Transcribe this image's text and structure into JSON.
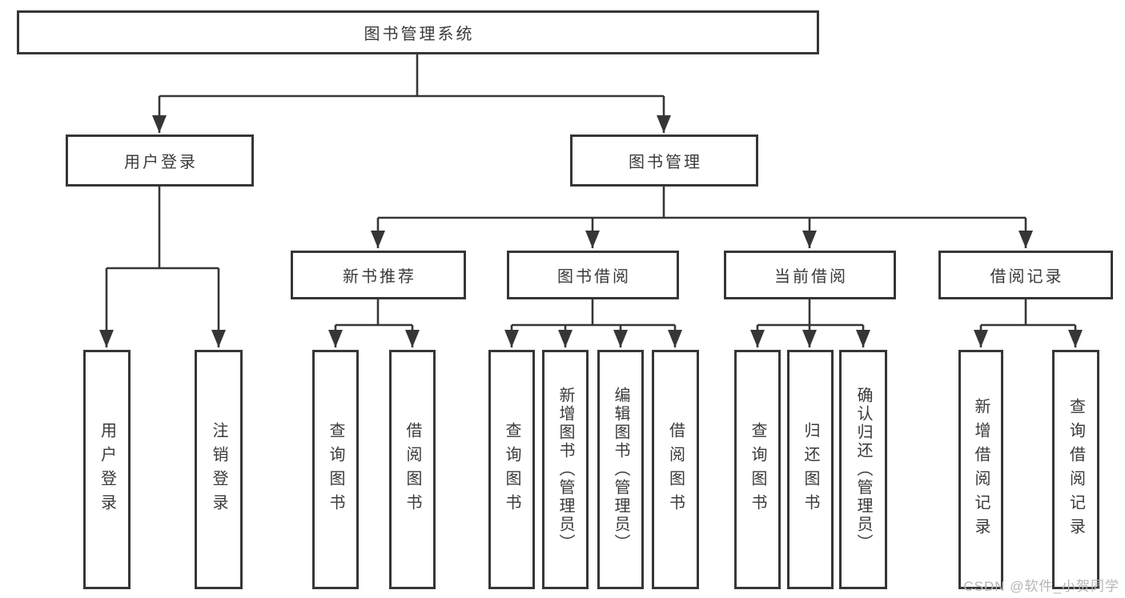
{
  "diagram": {
    "root": {
      "label": "图书管理系统"
    },
    "level2": [
      {
        "label": "用户登录",
        "children": [
          {
            "label": "用户登录"
          },
          {
            "label": "注销登录"
          }
        ]
      },
      {
        "label": "图书管理",
        "children": [
          {
            "label": "新书推荐",
            "children": [
              {
                "label": "查询图书"
              },
              {
                "label": "借阅图书"
              }
            ]
          },
          {
            "label": "图书借阅",
            "children": [
              {
                "label": "查询图书"
              },
              {
                "label": "新增图书（管理员）"
              },
              {
                "label": "编辑图书（管理员）"
              },
              {
                "label": "借阅图书"
              }
            ]
          },
          {
            "label": "当前借阅",
            "children": [
              {
                "label": "查询图书"
              },
              {
                "label": "归还图书"
              },
              {
                "label": "确认归还（管理员）"
              }
            ]
          },
          {
            "label": "借阅记录",
            "children": [
              {
                "label": "新增借阅记录"
              },
              {
                "label": "查询借阅记录"
              }
            ]
          }
        ]
      }
    ],
    "colors": {
      "line": "#363636",
      "text": "#3a3a3a",
      "box_background": "#ffffff",
      "watermark": "#b5b5b5"
    }
  },
  "watermark": {
    "text": "CSDN @软件_小贺同学"
  }
}
